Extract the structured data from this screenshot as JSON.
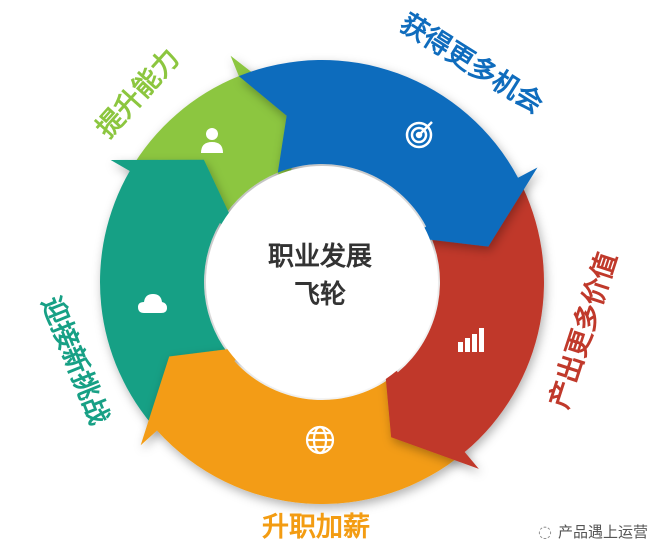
{
  "center": {
    "line1": "职业发展",
    "line2": "飞轮"
  },
  "segments": [
    {
      "label": "获得更多机会",
      "color": "#0f6cbd",
      "icon": "target-icon",
      "start": -22,
      "end": 62
    },
    {
      "label": "产出更多价值",
      "color": "#c0392b",
      "icon": "bar-chart-icon",
      "start": 62,
      "end": 140
    },
    {
      "label": "升职加薪",
      "color": "#f39c12",
      "icon": "globe-icon",
      "start": 140,
      "end": 228
    },
    {
      "label": "迎接新挑战",
      "color": "#17a085",
      "icon": "cloud-icon",
      "start": 228,
      "end": 300
    },
    {
      "label": "提升能力",
      "color": "#8cc63f",
      "icon": "person-icon",
      "start": 300,
      "end": 338
    }
  ],
  "watermark": "产品遇上运营"
}
